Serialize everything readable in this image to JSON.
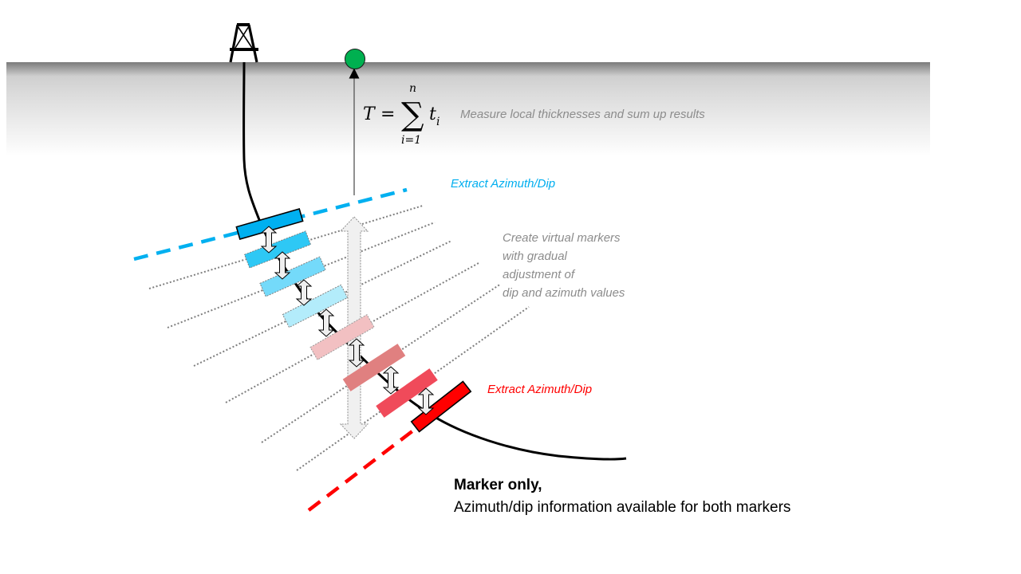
{
  "diagram": {
    "formula": {
      "lhs": "T",
      "equals": "=",
      "operator": "∑",
      "upper_limit": "n",
      "lower_limit": "i=1",
      "term": "t",
      "term_subscript": "i"
    },
    "formula_note": "Measure local thicknesses and sum up results",
    "top_marker_note": "Extract Azimuth/Dip",
    "bottom_marker_note": "Extract Azimuth/Dip",
    "virtual_markers_note": [
      "Create virtual markers",
      "with gradual",
      "adjustment of",
      "dip and azimuth values"
    ],
    "footer": {
      "title": "Marker only,",
      "subtitle": "Azimuth/dip information available for both markers"
    },
    "icons": {
      "rig": "drilling-rig-icon",
      "surface_point": "green-circle-marker"
    },
    "colors": {
      "top_marker": "#00b0f0",
      "bottom_marker": "#ff0000",
      "surface_point": "#00b050",
      "virtual_markers": [
        "#2ec8f5",
        "#74dafa",
        "#b3ecfb",
        "#f2c0c2",
        "#e08080",
        "#f04a5a"
      ],
      "note_gray": "#8c8c8c"
    },
    "virtual_marker_count": 6
  }
}
